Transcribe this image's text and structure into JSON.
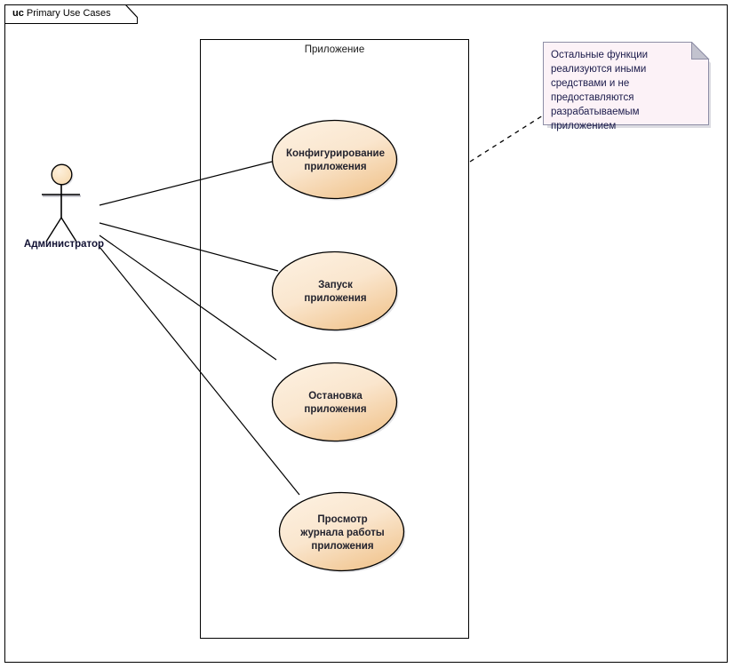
{
  "frame": {
    "keyword": "uc",
    "title": "Primary Use Cases"
  },
  "boundary": {
    "label": "Приложение"
  },
  "actor": {
    "name": "Администратор",
    "icon": "actor-stick-figure"
  },
  "use_cases": [
    {
      "id": "configure",
      "label": "Конфигурирование приложения"
    },
    {
      "id": "start",
      "label": "Запуск приложения"
    },
    {
      "id": "stop",
      "label": "Остановка приложения"
    },
    {
      "id": "view-log",
      "label": "Просмотр журнала работы приложения"
    }
  ],
  "note": {
    "text": "Остальные функции реализуются иными средствами и не предоставляются разрабатываемым приложением"
  },
  "colors": {
    "usecase_fill_light": "#FDF1E0",
    "usecase_fill_dark": "#F3CFA1",
    "usecase_stroke": "#000000",
    "actor_head_fill": "#FBE2BD",
    "note_fill": "#FCF2F7",
    "note_stroke": "#9090A8",
    "note_fold": "#BEBEC9",
    "line": "#000000",
    "text": "#23232e",
    "note_text": "#1b1b4b"
  }
}
